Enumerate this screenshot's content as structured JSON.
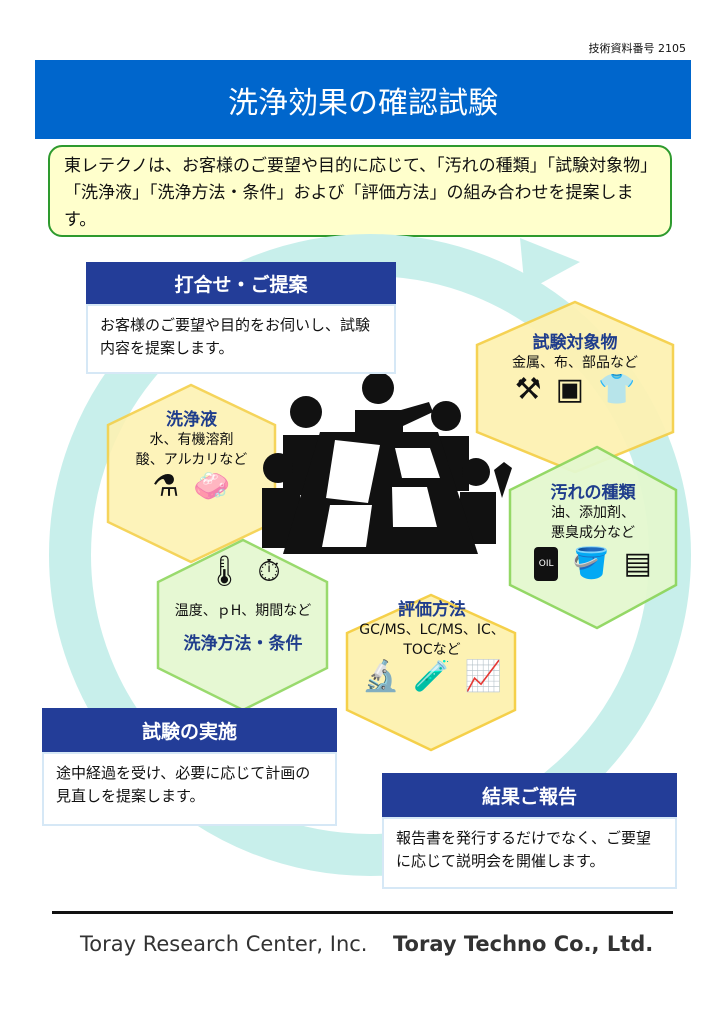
{
  "doc_number": "技術資料番号  2105",
  "title": "洗浄効果の確認試験",
  "intro": "東レテクノは、お客様のご要望や目的に応じて、「汚れの種類」「試験対象物」「洗浄液」「洗浄方法・条件」および「評価方法」の組み合わせを提案します。",
  "steps": [
    {
      "title": "打合せ・ご提案",
      "text": "お客様のご要望や目的をお伺いし、試験内容を提案します。"
    },
    {
      "title": "試験の実施",
      "text": "途中経過を受け、必要に応じて計画の見直しを提案します。"
    },
    {
      "title": "結果ご報告",
      "text": "報告書を発行するだけでなく、ご要望に応じて説明会を開催します。"
    }
  ],
  "hexes": {
    "liquid": {
      "title": "洗浄液",
      "lines": [
        "水、有機溶剤",
        "酸、アルカリなど"
      ]
    },
    "method": {
      "title": "洗浄方法・条件",
      "lines": [
        "温度、ｐH、期間など"
      ]
    },
    "object": {
      "title": "試験対象物",
      "lines": [
        "金属、布、部品など"
      ]
    },
    "dirt": {
      "title": "汚れの種類",
      "lines": [
        "油、添加剤、",
        "悪臭成分など"
      ],
      "oil_label": "OIL"
    },
    "eval": {
      "title": "評価方法",
      "lines": [
        "GC/MS、LC/MS、IC、",
        "TOCなど"
      ]
    }
  },
  "colors": {
    "header": "#0066cc",
    "step": "#233d98",
    "yellow_hex": "#fdf2b3",
    "green_hex": "#e4f8cf",
    "arc": "#c8efeb"
  },
  "footer": {
    "left_logo": "Toray Research Center, Inc.",
    "right_logo": "Toray Techno Co., Ltd."
  }
}
